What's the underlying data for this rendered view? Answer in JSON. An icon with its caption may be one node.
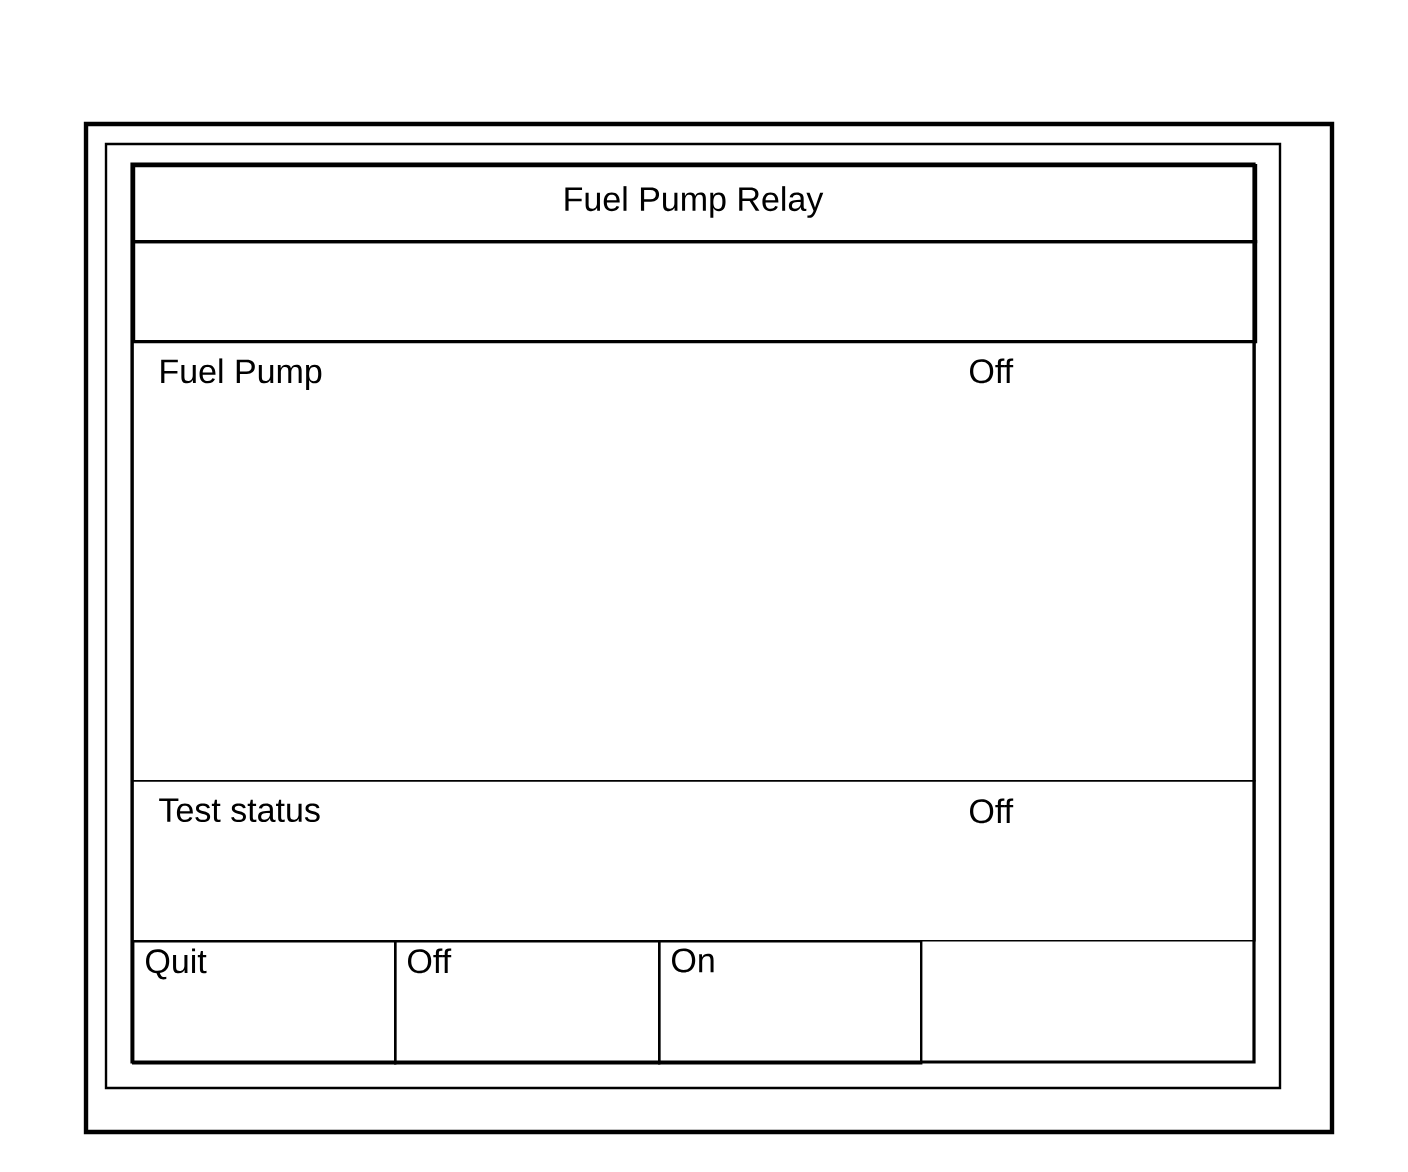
{
  "diagram": {
    "nodes": [
      {
        "text": [
          "Fuel Pump Relay"
        ]
      },
      {
        "text": [],
        "shape": "box"
      },
      {
        "text": [
          "Fuel Pump",
          "Off"
        ]
      },
      {
        "text": [
          "Test status",
          "Off"
        ]
      },
      {
        "text": [
          "Quit"
        ]
      },
      {
        "text": [
          "Off"
        ]
      },
      {
        "text": [
          "On"
        ]
      }
    ]
  }
}
